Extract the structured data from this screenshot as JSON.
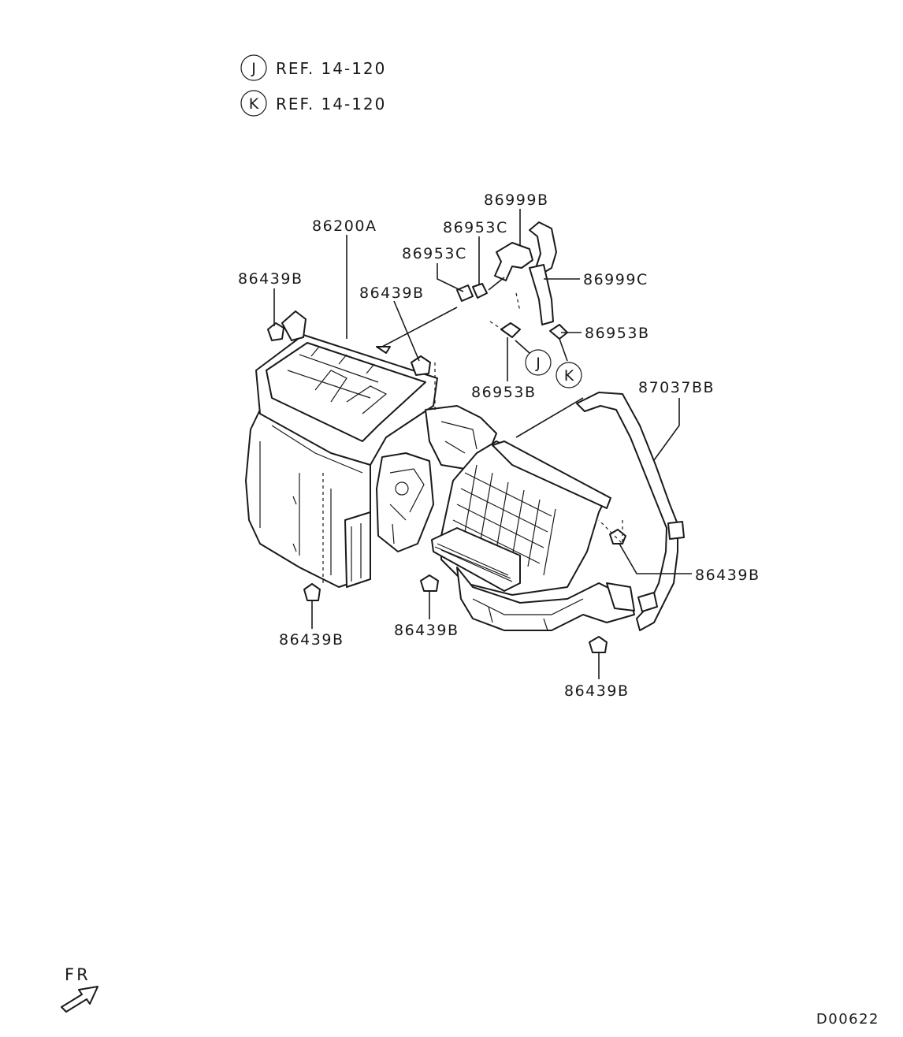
{
  "references": [
    {
      "circle": "J",
      "text": "REF. 14-120"
    },
    {
      "circle": "K",
      "text": "REF. 14-120"
    }
  ],
  "part_labels": {
    "p86999B": "86999B",
    "p86953C_upper": "86953C",
    "p86200A": "86200A",
    "p86953C_lower": "86953C",
    "p86439B_topleft": "86439B",
    "p86439B_center": "86439B",
    "p86999C": "86999C",
    "p86953B_right": "86953B",
    "p86953B_center": "86953B",
    "p87037BB": "87037BB",
    "p86439B_right": "86439B",
    "p86439B_bottomleft": "86439B",
    "p86439B_bottomcenter": "86439B",
    "p86439B_bottomright": "86439B"
  },
  "callouts": {
    "j": "J",
    "k": "K"
  },
  "orientation": "FR",
  "diagram_code": "D00622"
}
